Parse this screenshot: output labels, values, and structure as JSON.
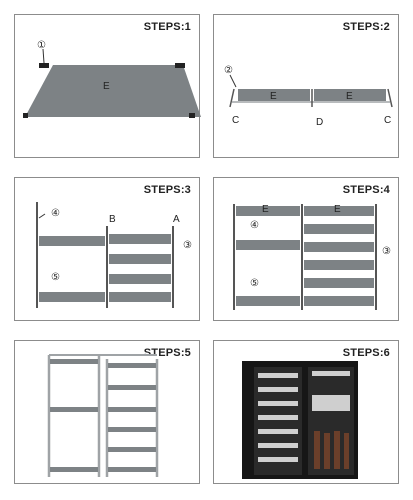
{
  "steps": [
    {
      "title": "STEPS:1",
      "shelf_letter": "E",
      "callout": "①"
    },
    {
      "title": "STEPS:2",
      "shelf_letters": [
        "E",
        "E"
      ],
      "connectors": [
        "C",
        "D",
        "C"
      ],
      "callout": "②"
    },
    {
      "title": "STEPS:3",
      "pole_labels": [
        "B",
        "A"
      ],
      "callouts": [
        "④",
        "③",
        "⑤"
      ]
    },
    {
      "title": "STEPS:4",
      "shelf_letters": [
        "E",
        "E"
      ],
      "callouts": [
        "④",
        "③",
        "⑤"
      ]
    },
    {
      "title": "STEPS:5"
    },
    {
      "title": "STEPS:6"
    }
  ],
  "colors": {
    "fabric": "#7d8285",
    "frame": "#c9ccce",
    "cover": "#161616",
    "panel_border": "#8c8c8c"
  }
}
